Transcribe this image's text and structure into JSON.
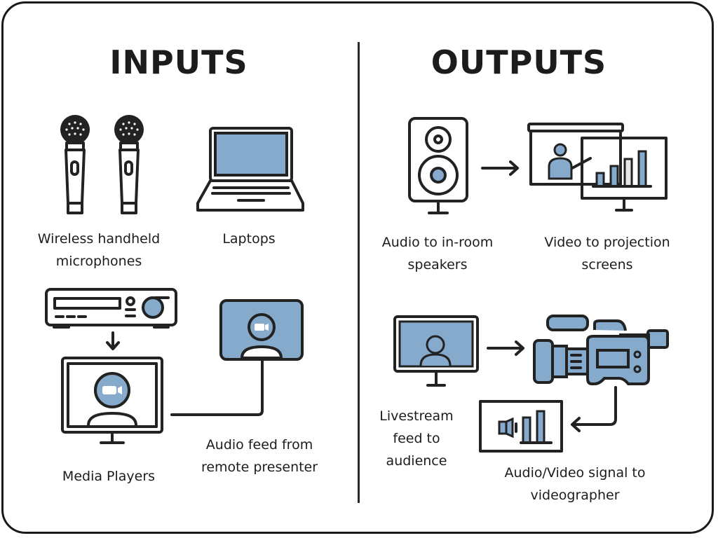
{
  "colors": {
    "accent_blue": "#86aacb",
    "ink": "#222222",
    "background": "#ffffff"
  },
  "inputs": {
    "heading": "INPUTS",
    "items": [
      {
        "icon": "microphone-icon",
        "label_line1": "Wireless handheld",
        "label_line2": "microphones"
      },
      {
        "icon": "laptop-icon",
        "label_line1": "Laptops"
      },
      {
        "icon": "media-player-icon",
        "label_line1": "Media Players"
      },
      {
        "icon": "remote-presenter-icon",
        "label_line1": "Audio feed from",
        "label_line2": "remote presenter"
      }
    ]
  },
  "outputs": {
    "heading": "OUTPUTS",
    "items": [
      {
        "icon": "speaker-icon",
        "label_line1": "Audio to in-room",
        "label_line2": "speakers"
      },
      {
        "icon": "projection-screen-icon",
        "label_line1": "Video to projection",
        "label_line2": "screens"
      },
      {
        "icon": "livestream-monitor-icon",
        "label_line1": "Livestream",
        "label_line2": "feed to",
        "label_line3": "audience"
      },
      {
        "icon": "video-camera-icon",
        "label_line1": "Audio/Video signal to",
        "label_line2": "videographer"
      }
    ]
  }
}
